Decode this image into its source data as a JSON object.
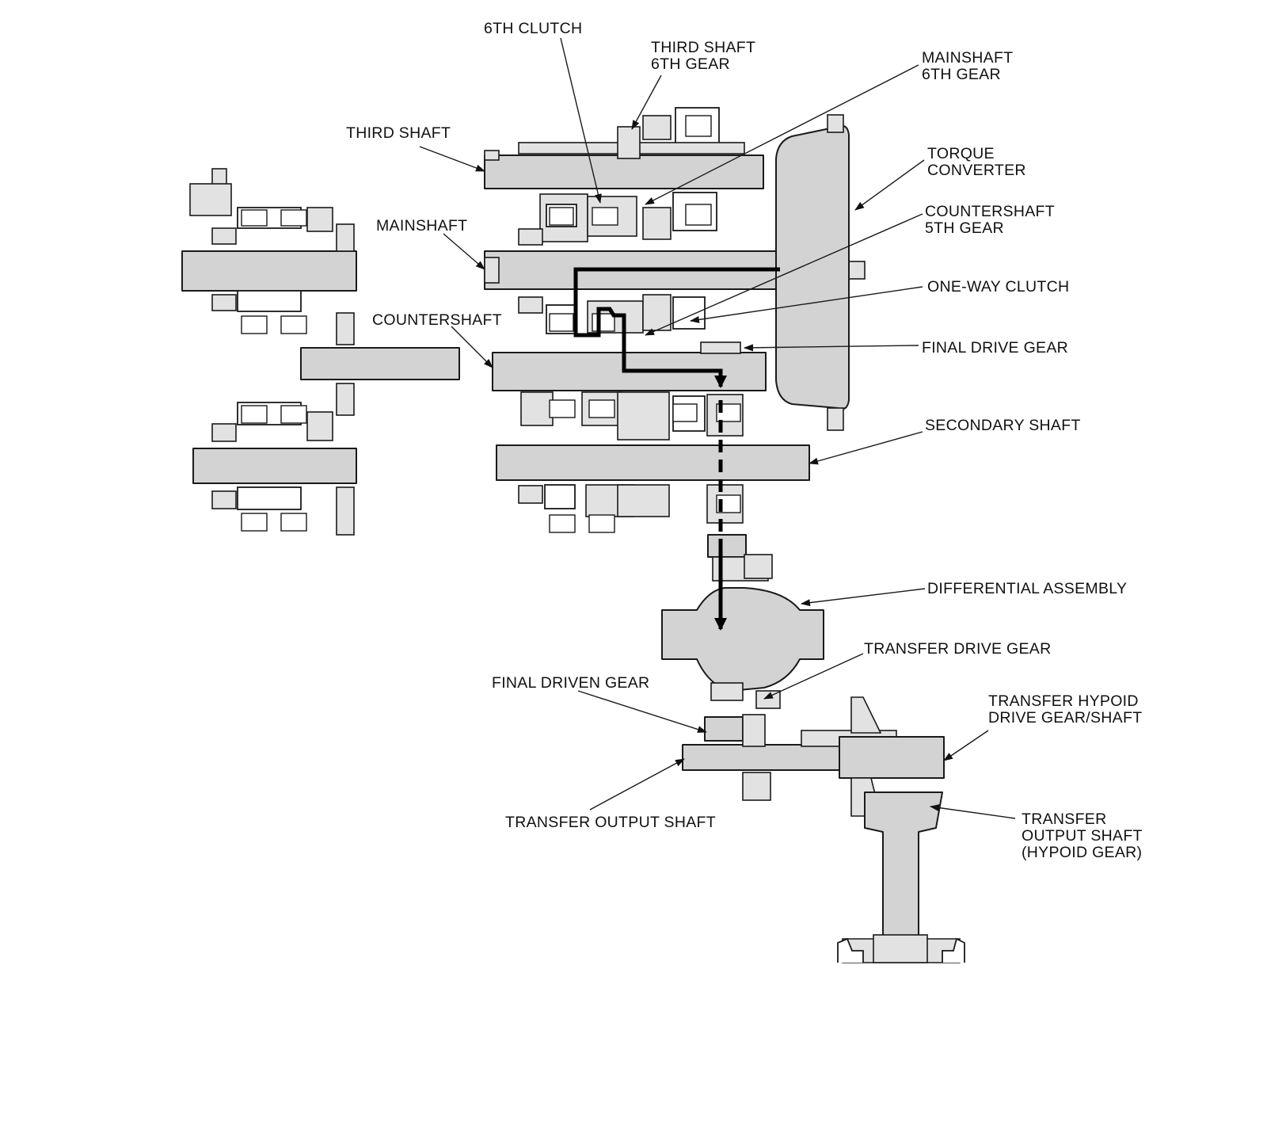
{
  "labels": {
    "sixth_clutch": [
      "6TH CLUTCH"
    ],
    "third_shaft_6th_gear": [
      "THIRD SHAFT",
      "6TH GEAR"
    ],
    "mainshaft_6th_gear": [
      "MAINSHAFT",
      "6TH GEAR"
    ],
    "third_shaft": [
      "THIRD SHAFT"
    ],
    "torque_converter": [
      "TORQUE",
      "CONVERTER"
    ],
    "countershaft_5th_gear": [
      "COUNTERSHAFT",
      "5TH GEAR"
    ],
    "mainshaft": [
      "MAINSHAFT"
    ],
    "one_way_clutch": [
      "ONE-WAY CLUTCH"
    ],
    "countershaft": [
      "COUNTERSHAFT"
    ],
    "final_drive_gear": [
      "FINAL DRIVE GEAR"
    ],
    "secondary_shaft": [
      "SECONDARY SHAFT"
    ],
    "differential_assembly": [
      "DIFFERENTIAL ASSEMBLY"
    ],
    "transfer_drive_gear": [
      "TRANSFER DRIVE GEAR"
    ],
    "final_driven_gear": [
      "FINAL DRIVEN GEAR"
    ],
    "transfer_hypoid_drive_gear_shaft": [
      "TRANSFER HYPOID",
      "DRIVE GEAR/SHAFT"
    ],
    "transfer_output_shaft": [
      "TRANSFER OUTPUT SHAFT"
    ],
    "transfer_output_shaft_hypoid_gear": [
      "TRANSFER",
      "OUTPUT SHAFT",
      "(HYPOID GEAR)"
    ]
  },
  "colors": {
    "component_fill": "#d3d3d3",
    "outline": "#1a1a1a",
    "power_flow_path": "#000000",
    "background": "#ffffff"
  }
}
